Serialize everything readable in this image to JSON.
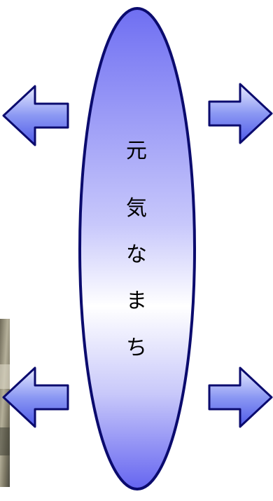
{
  "diagram": {
    "center_label_chars": [
      "元",
      "気",
      "な",
      "ま",
      "ち"
    ],
    "arrows": [
      {
        "id": "arrow-top-left",
        "direction": "left"
      },
      {
        "id": "arrow-top-right",
        "direction": "right"
      },
      {
        "id": "arrow-bottom-left",
        "direction": "left"
      },
      {
        "id": "arrow-bottom-right",
        "direction": "right"
      }
    ]
  },
  "colors": {
    "outline": "#0b0b6e",
    "fill_dark": "#6f6ff2",
    "fill_light": "#ffffff",
    "arrow_dark": "#4f5ae8",
    "arrow_light": "#d4daff"
  }
}
